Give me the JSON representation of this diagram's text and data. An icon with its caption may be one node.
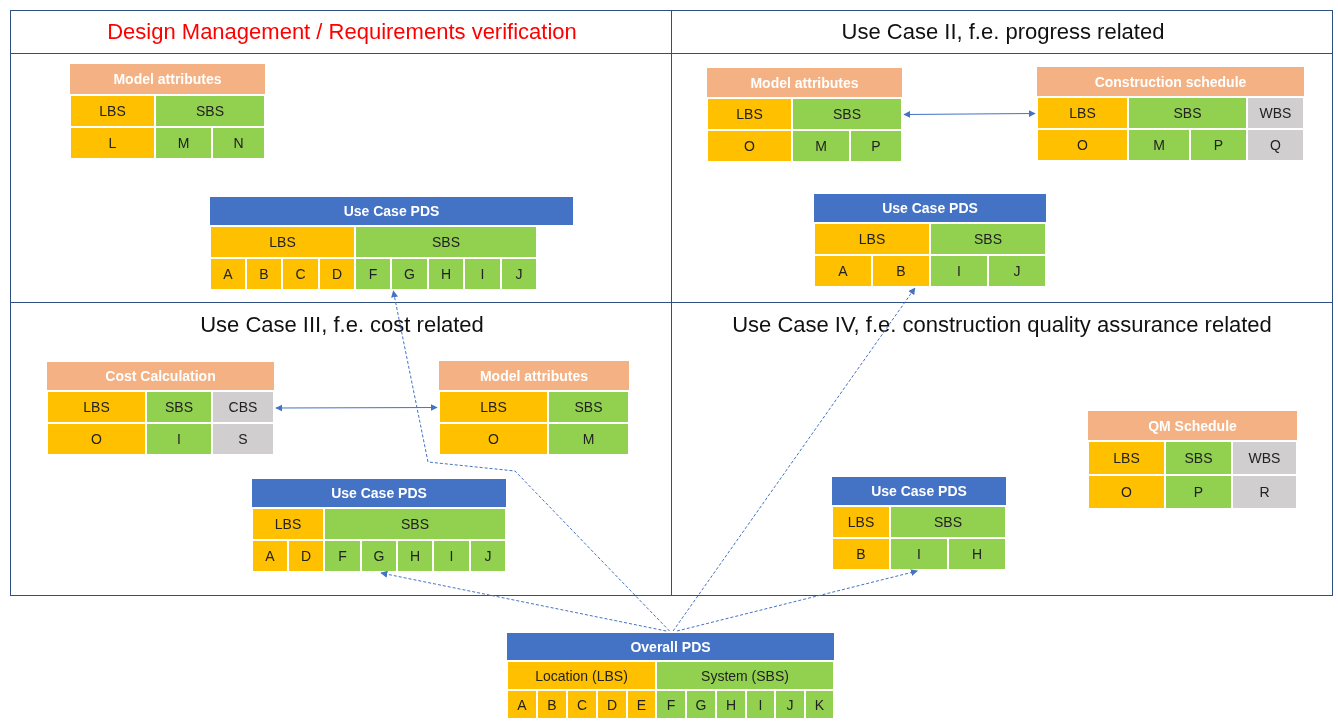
{
  "diagram": {
    "nodes": [
      {
        "text": [
          "Design Management / Requirements verification"
        ]
      },
      {
        "text": [
          "Model attributes",
          "LBS",
          "SBS",
          "L",
          "M",
          "N"
        ],
        "in": 0
      },
      {
        "text": [
          "Use Case PDS",
          "LBS",
          "SBS",
          "A",
          "B",
          "C",
          "D",
          "F",
          "G",
          "H",
          "I",
          "J"
        ],
        "in": 0
      },
      {
        "text": [
          "Use Case II, f.e. progress related"
        ]
      },
      {
        "text": [
          "Model attributes",
          "LBS",
          "SBS",
          "O",
          "M",
          "P"
        ],
        "in": 3
      },
      {
        "text": [
          "Construction schedule",
          "LBS",
          "SBS",
          "WBS",
          "O",
          "M",
          "P",
          "Q"
        ],
        "in": 3
      },
      {
        "text": [
          "Use Case PDS",
          "LBS",
          "SBS",
          "A",
          "B",
          "I",
          "J"
        ],
        "in": 3
      },
      {
        "text": [
          "Use Case III, f.e. cost related"
        ]
      },
      {
        "text": [
          "Cost Calculation",
          "LBS",
          "SBS",
          "CBS",
          "O",
          "I",
          "S"
        ],
        "in": 7
      },
      {
        "text": [
          "Model attributes",
          "LBS",
          "SBS",
          "O",
          "M"
        ],
        "in": 7
      },
      {
        "text": [
          "Use Case PDS",
          "LBS",
          "SBS",
          "A",
          "D",
          "F",
          "G",
          "H",
          "I",
          "J"
        ],
        "in": 7
      },
      {
        "text": [
          "Use Case IV, f.e. construction quality assurance related"
        ]
      },
      {
        "text": [
          "Use Case PDS",
          "LBS",
          "SBS",
          "B",
          "I",
          "H"
        ],
        "in": 11
      },
      {
        "text": [
          "QM Schedule",
          "LBS",
          "SBS",
          "WBS",
          "O",
          "P",
          "R"
        ],
        "in": 11
      },
      {
        "text": [
          "Overall PDS",
          "Location (LBS)",
          "System (SBS)",
          "A",
          "B",
          "C",
          "D",
          "E",
          "F",
          "G",
          "H",
          "I",
          "J",
          "K"
        ]
      }
    ],
    "edges": [
      {
        "from": 4,
        "to": 5,
        "arrow": "both"
      },
      {
        "from": 8,
        "to": 9,
        "arrow": "both"
      },
      {
        "from": 14,
        "to": 2,
        "arrow": "to",
        "style": "dashed"
      },
      {
        "from": 14,
        "to": 6,
        "arrow": "to",
        "style": "dashed"
      },
      {
        "from": 14,
        "to": 10,
        "arrow": "to",
        "style": "dashed"
      },
      {
        "from": 14,
        "to": 12,
        "arrow": "to",
        "style": "dashed"
      }
    ]
  }
}
